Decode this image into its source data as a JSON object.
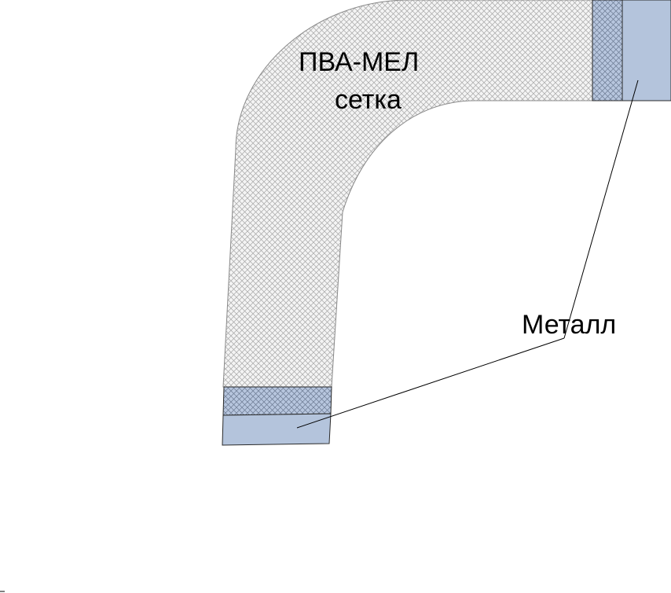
{
  "labels": {
    "pva_mel": "ПВА-МЕЛ",
    "setka": "сетка",
    "metall": "Металл"
  },
  "colors": {
    "metal_fill": "#b4c4dc",
    "mesh_fill": "#f4f4f4",
    "mesh_hatch": "#a0a0a0",
    "outline": "#2a2a2a",
    "leader_line": "#000000"
  }
}
